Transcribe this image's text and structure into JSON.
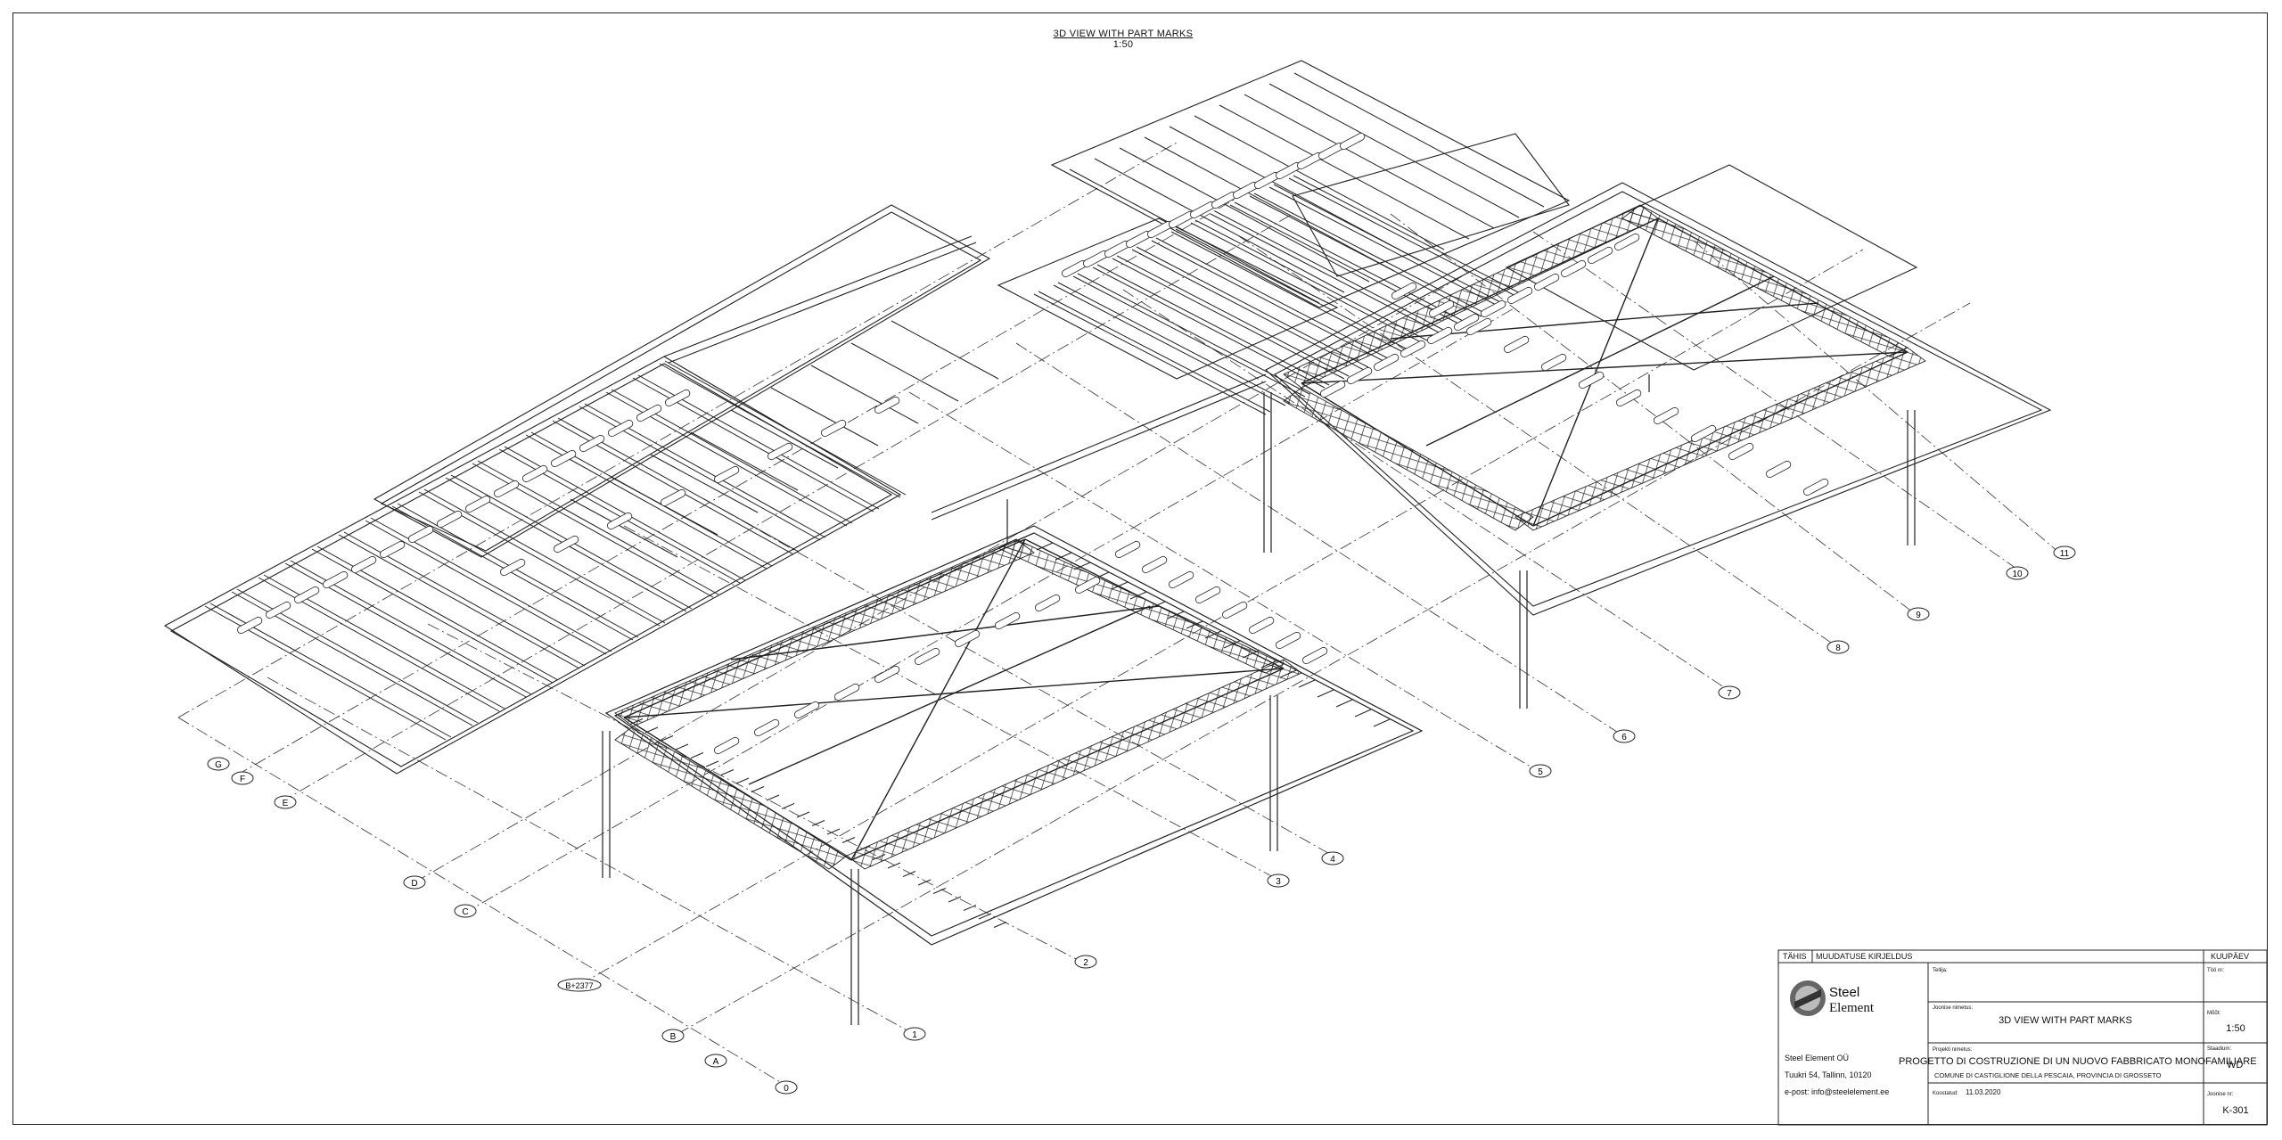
{
  "view": {
    "title": "3D VIEW WITH PART MARKS",
    "scale": "1:50"
  },
  "grid_labels": {
    "letters": [
      "G",
      "F",
      "E",
      "D",
      "C",
      "B",
      "A"
    ],
    "numbers": [
      "0",
      "1",
      "2",
      "3",
      "4",
      "5",
      "6",
      "7",
      "8",
      "9",
      "10",
      "11"
    ],
    "dimension": "B+2377"
  },
  "title_block": {
    "revision_header": {
      "tahis": "TÄHIS",
      "description": "MUUDATUSE KIRJELDUS",
      "date": "KUUPÄEV"
    },
    "company": {
      "logo_line1": "Steel",
      "logo_line2": "Element",
      "name": "Steel Element OÜ",
      "address": "Tuukri 54, Tallinn, 10120",
      "email": "e-post: info@steelelement.ee"
    },
    "fields": {
      "tellija_label": "Tellija:",
      "too_nr_label": "Töö nr:",
      "drawing_name_label": "Joonise nimetus:",
      "drawing_name": "3D VIEW WITH PART MARKS",
      "scale_label": "Mõõt:",
      "scale": "1:50",
      "project_label": "Projekti nimetus:",
      "project_name": "PROGETTO DI COSTRUZIONE DI UN NUOVO FABBRICATO MONOFAMILIARE",
      "project_location": "COMUNE DI CASTIGLIONE DELLA PESCAIA, PROVINCIA DI GROSSETO",
      "stage_label": "Staadium:",
      "stage": "WD",
      "koostatud_label": "Koostatud:",
      "date": "11.03.2020",
      "drawing_no_label": "Joonise nr:",
      "drawing_no": "K-301"
    }
  }
}
